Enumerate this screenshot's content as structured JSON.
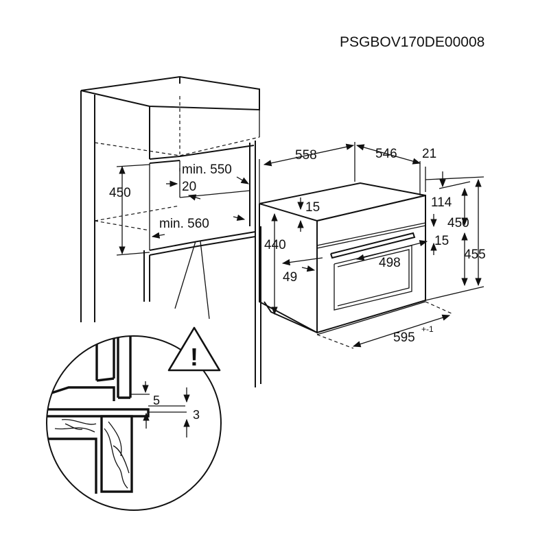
{
  "document_code": "PSGBOV170DE00008",
  "cabinet": {
    "height_450": "450",
    "min_550": "min. 550",
    "gap_20": "20",
    "min_560": "min. 560"
  },
  "oven": {
    "width_558": "558",
    "depth_546": "546",
    "front_21": "21",
    "top_15": "15",
    "height_440": "440",
    "panel_114": "114",
    "height_450": "450",
    "gap_15": "15",
    "total_455": "455",
    "inner_498": "498",
    "side_49": "49",
    "front_595": "595",
    "tolerance": "+-1"
  },
  "detail": {
    "gap_5": "5",
    "gap_3": "3"
  },
  "warning": {
    "icon": "warning-triangle-icon",
    "symbol": "!"
  }
}
